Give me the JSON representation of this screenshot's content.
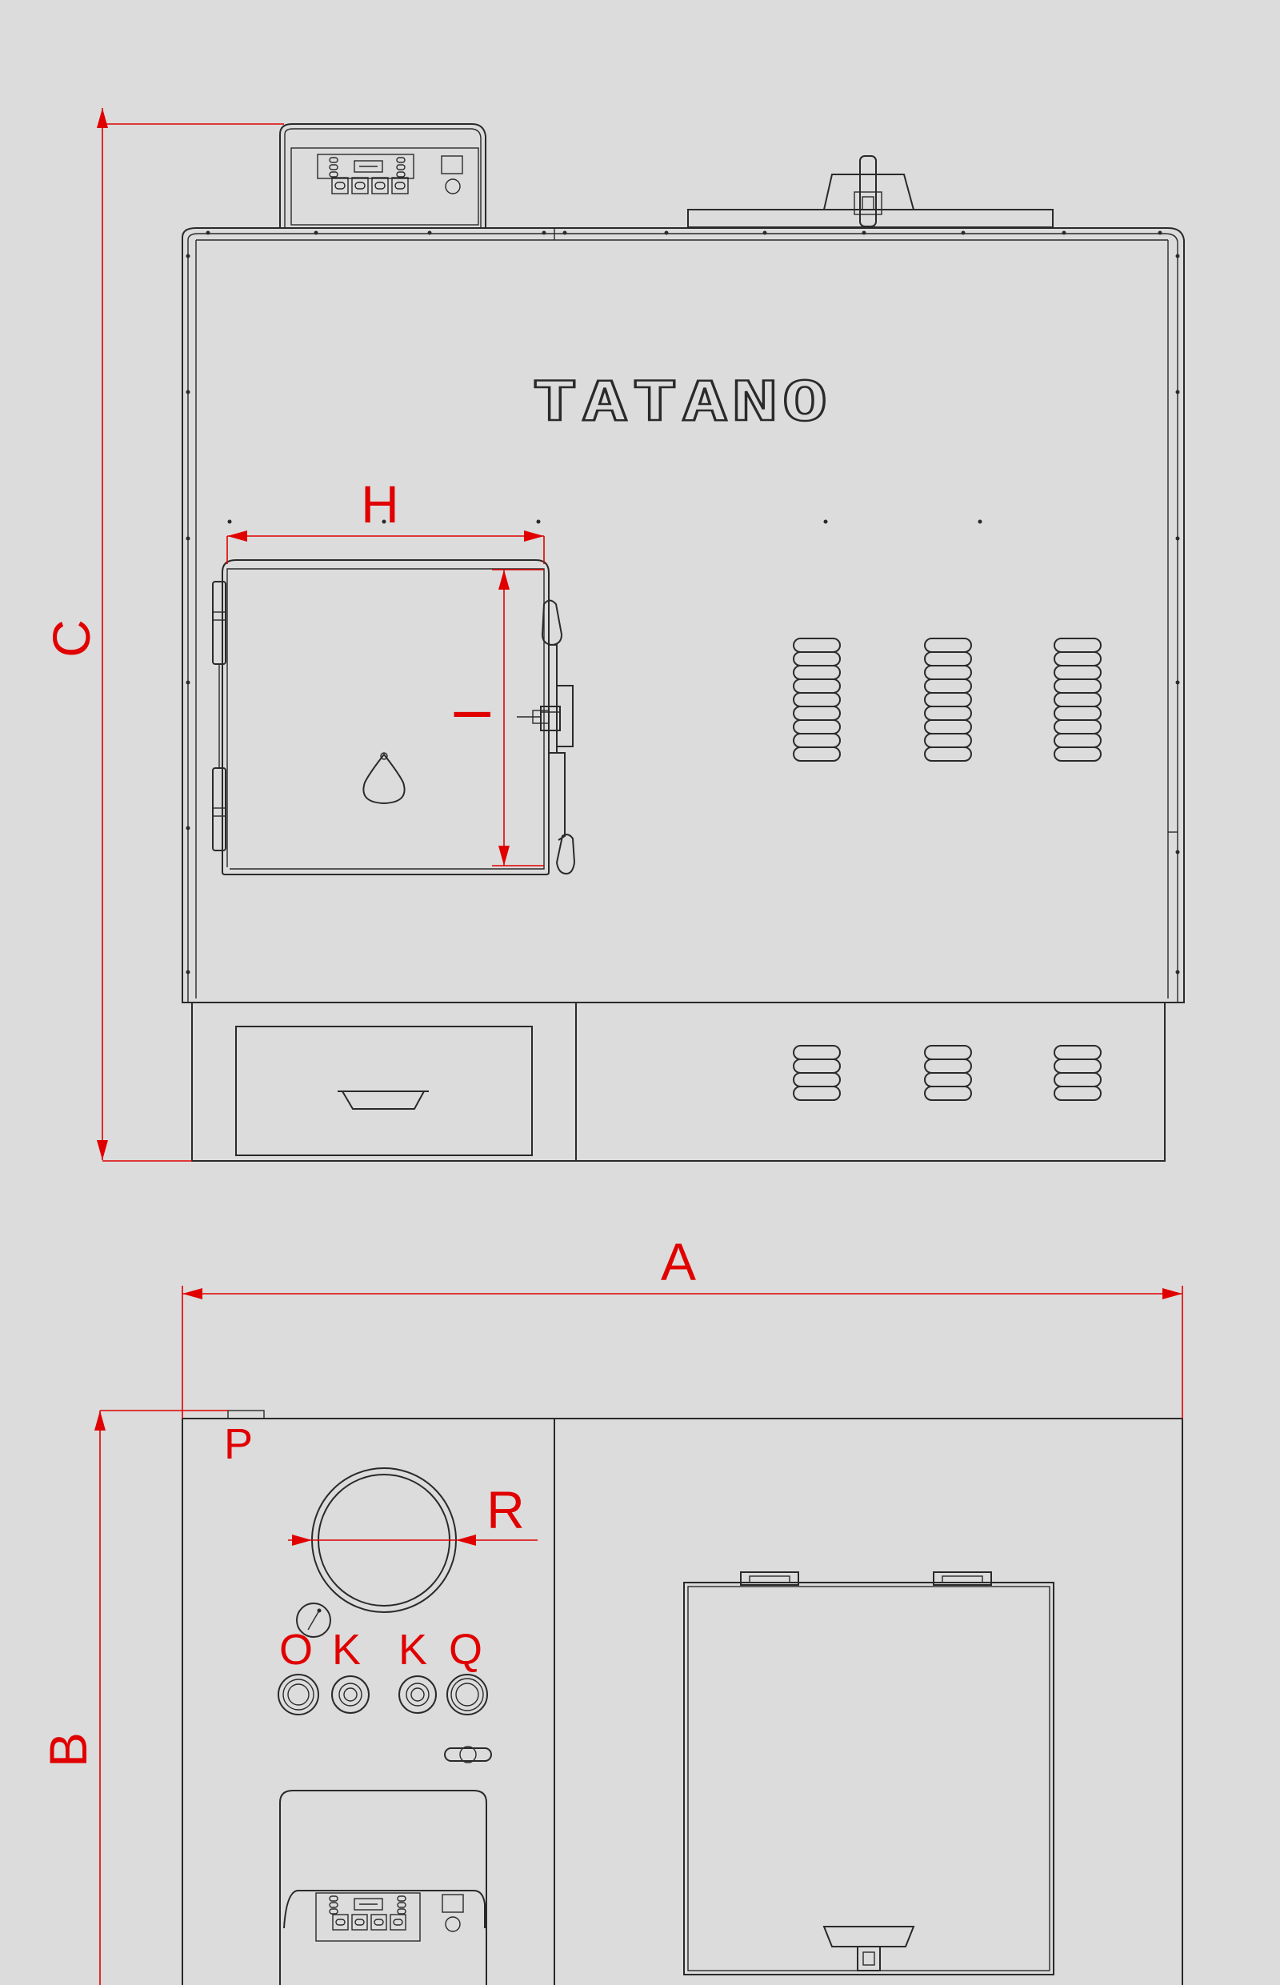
{
  "brand": "TATANO",
  "dimensions": {
    "front": {
      "C": "C",
      "H": "H",
      "I": "I"
    },
    "top": {
      "A": "A",
      "B": "B",
      "P": "P",
      "R": "R",
      "O": "O",
      "K1": "K",
      "K2": "K",
      "Q": "Q"
    }
  },
  "colors": {
    "dimension": "#e00000",
    "line": "#2a2a2a",
    "background": "#dcdcdc"
  }
}
